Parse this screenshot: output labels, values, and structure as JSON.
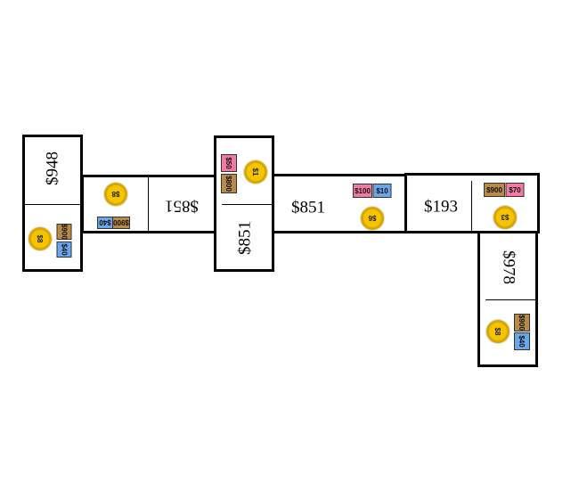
{
  "colors": {
    "border": "#000000",
    "coin_fill": "#f5c400",
    "coin_ring": "#d9a800",
    "bill_pink": "#f07aa0",
    "bill_blue": "#6aa7e8",
    "bill_brown": "#b88a48"
  },
  "tiles": [
    {
      "id": "t1",
      "price": "$948",
      "coin": "$8",
      "bills": [
        {
          "label": "$900",
          "color": "bill_brown"
        },
        {
          "label": "$40",
          "color": "bill_blue"
        }
      ]
    },
    {
      "id": "t2",
      "price": "$851",
      "coin": "$8",
      "bills": [
        {
          "label": "$900",
          "color": "bill_brown"
        },
        {
          "label": "$40",
          "color": "bill_blue"
        }
      ]
    },
    {
      "id": "t3",
      "price": "$851",
      "coin": "$1",
      "bills": [
        {
          "label": "$50",
          "color": "bill_pink"
        },
        {
          "label": "$800",
          "color": "bill_brown"
        }
      ]
    },
    {
      "id": "t4",
      "price": "$851",
      "coin": "$6",
      "bills": [
        {
          "label": "$100",
          "color": "bill_pink"
        },
        {
          "label": "$10",
          "color": "bill_blue"
        }
      ]
    },
    {
      "id": "t5",
      "price": "$193",
      "coin": "$3",
      "bills": [
        {
          "label": "$900",
          "color": "bill_brown"
        },
        {
          "label": "$70",
          "color": "bill_pink"
        }
      ]
    },
    {
      "id": "t6",
      "price": "$978",
      "coin": "$8",
      "bills": [
        {
          "label": "$900",
          "color": "bill_brown"
        },
        {
          "label": "$40",
          "color": "bill_blue"
        }
      ]
    }
  ]
}
